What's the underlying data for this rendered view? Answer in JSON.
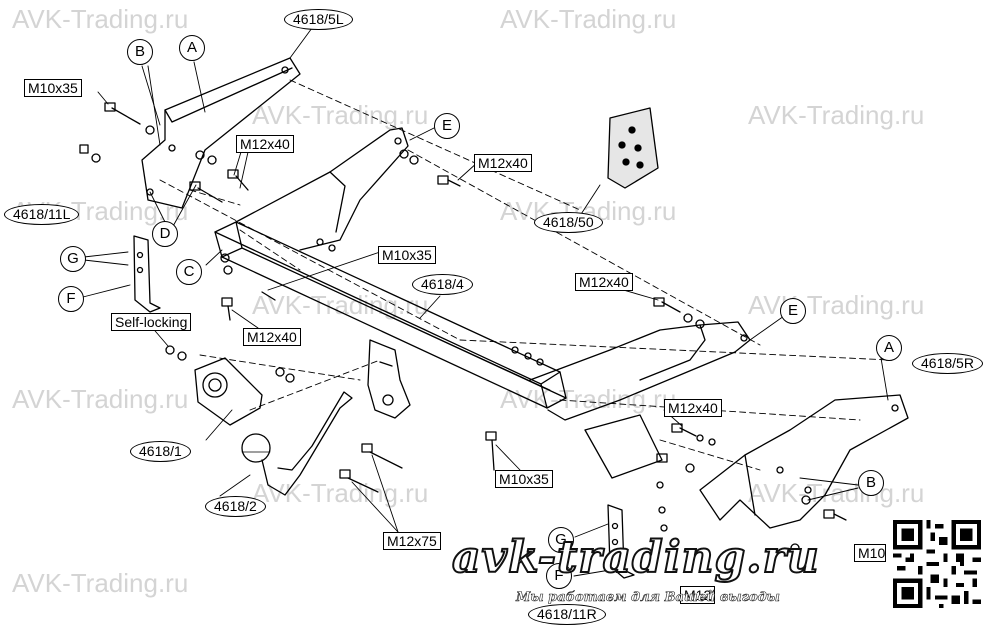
{
  "watermark": "AVK-Trading.ru",
  "parts": {
    "p4618_5L": "4618/5L",
    "p4618_5R": "4618/5R",
    "p4618_11L": "4618/11L",
    "p4618_11R": "4618/11R",
    "p4618_50": "4618/50",
    "p4618_4": "4618/4",
    "p4618_1": "4618/1",
    "p4618_2": "4618/2"
  },
  "bolts": {
    "m10x35": "M10x35",
    "m12x40": "M12x40",
    "m12x75": "M12x75",
    "m10_cut": "M10",
    "m12_cut": "M12"
  },
  "self_locking": "Self-locking",
  "letters": {
    "a": "A",
    "b": "B",
    "c": "C",
    "d": "D",
    "e": "E",
    "f": "F",
    "g": "G"
  },
  "brand": {
    "name": "avk-trading.ru",
    "slogan": "Мы работаем для Вашей выгоды"
  },
  "colors": {
    "line": "#000000",
    "watermark": "#d4d4d4"
  }
}
